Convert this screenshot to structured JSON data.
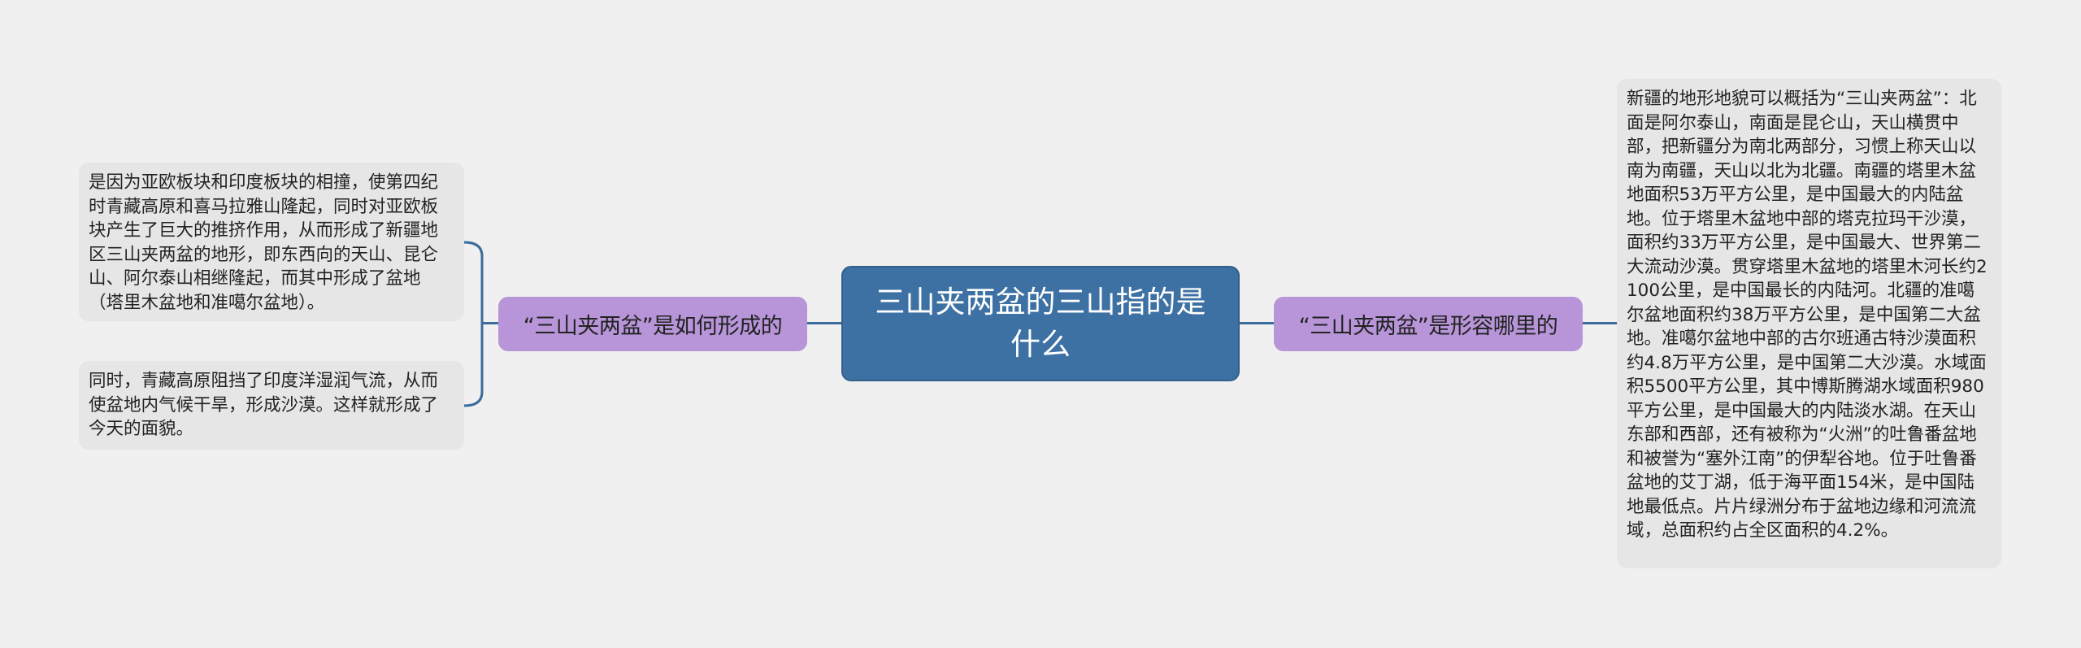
{
  "mindmap": {
    "central_topic": "三山夹两盆的三山指的是什么",
    "colors": {
      "background": "#f0f0f0",
      "central_node": "#3d71a3",
      "branch_node": "#b795d8",
      "leaf_node": "#e6e6e6",
      "connector": "#3a6c9c"
    },
    "branches": [
      {
        "side": "left",
        "label": "“三山夹两盆”是如何形成的",
        "children": [
          {
            "text": "是因为亚欧板块和印度板块的相撞，使第四纪时青藏高原和喜马拉雅山隆起，同时对亚欧板块产生了巨大的推挤作用，从而形成了新疆地区三山夹两盆的地形，即东西向的天山、昆仑山、阿尔泰山相继隆起，而其中形成了盆地（塔里木盆地和准噶尔盆地）。"
          },
          {
            "text": "同时，青藏高原阻挡了印度洋湿润气流，从而使盆地内气候干旱，形成沙漠。这样就形成了今天的面貌。"
          }
        ]
      },
      {
        "side": "right",
        "label": "“三山夹两盆”是形容哪里的",
        "children": [
          {
            "text": "新疆的地形地貌可以概括为“三山夹两盆”：北面是阿尔泰山，南面是昆仑山，天山横贯中部，把新疆分为南北两部分，习惯上称天山以南为南疆，天山以北为北疆。南疆的塔里木盆地面积53万平方公里，是中国最大的内陆盆地。位于塔里木盆地中部的塔克拉玛干沙漠，面积约33万平方公里，是中国最大、世界第二大流动沙漠。贯穿塔里木盆地的塔里木河长约2100公里，是中国最长的内陆河。北疆的准噶尔盆地面积约38万平方公里，是中国第二大盆地。准噶尔盆地中部的古尔班通古特沙漠面积约4.8万平方公里，是中国第二大沙漠。水域面积5500平方公里，其中博斯腾湖水域面积980平方公里，是中国最大的内陆淡水湖。在天山东部和西部，还有被称为“火洲”的吐鲁番盆地和被誉为“塞外江南”的伊犁谷地。位于吐鲁番盆地的艾丁湖，低于海平面154米，是中国陆地最低点。片片绿洲分布于盆地边缘和河流流域，总面积约占全区面积的4.2%。"
          }
        ]
      }
    ]
  }
}
